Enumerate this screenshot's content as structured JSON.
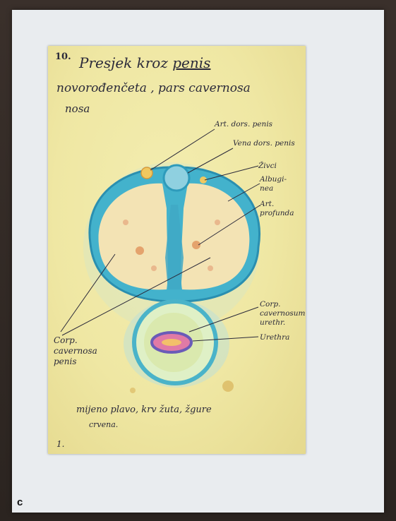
{
  "panel_letter": "c",
  "sheet": {
    "number": "10.",
    "title_prefix": "Presjek kroz",
    "title_underlined": "penis",
    "title_line2": "novorođenčeta , pars cavernosa",
    "title_line3": "nosa",
    "labels": {
      "a_dorsalis": "Art. dors. penis",
      "vena_dorsalis": "Vena dors. penis",
      "zivci": "Živci",
      "albuginea": "Albugi-\nnea",
      "a_profunda": "Art.\nprofunda",
      "corpus_spongiosum": "Corp.\ncavernosum\nurethr.",
      "urethra": "Urethra",
      "corpora_cavernosa": "Corp.\ncavernosa\npenis"
    },
    "caption_line1": "mijeno plavo, krv žuta, žgure",
    "caption_line2": "crvena.",
    "page_mark": "1."
  },
  "colors": {
    "paper": "#efe7a3",
    "mat": "#e9ecef",
    "albuginea_blue": "#3aa9c6",
    "tissue_cream": "#f1e2b6",
    "urethra_pink": "#e07aa6",
    "urethra_violet": "#6a5bb8"
  }
}
